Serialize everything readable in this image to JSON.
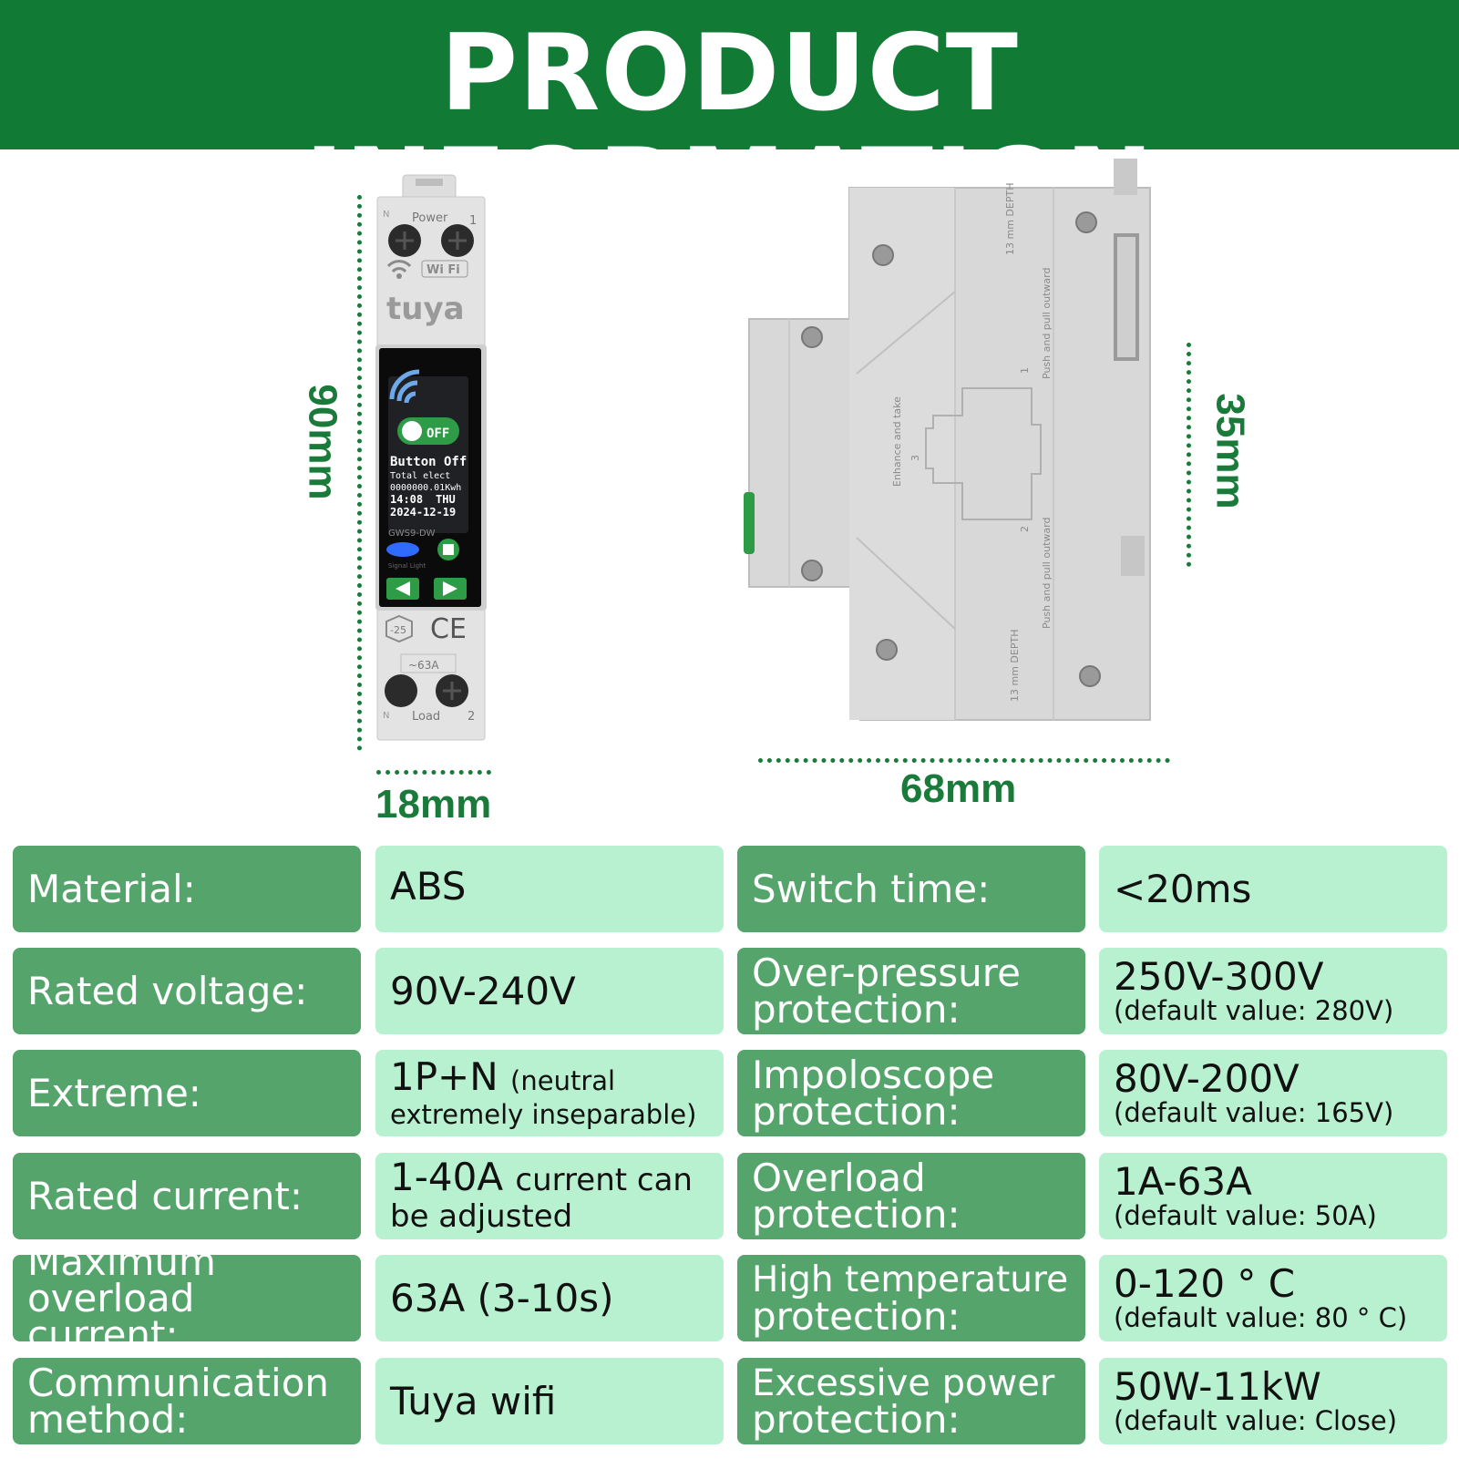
{
  "header": {
    "title": "PRODUCT INFORMATION"
  },
  "device_front": {
    "terminal_top_label": "Power",
    "terminal_top_number": "1",
    "wifi_label": "Wi Fi",
    "brand": "tuya",
    "screen": {
      "toggle_text": "OFF",
      "status": "Button Off",
      "line1": "Total elect",
      "line2": "0000000.01Kwh",
      "time": "14:08",
      "day": "THU",
      "date": "2024-12-19"
    },
    "model": "GWS9-DW",
    "signal_label": "Signal Light",
    "temp_mark": "-25",
    "ce_mark": "CE",
    "rating": "~63A",
    "terminal_bottom_label": "Load",
    "terminal_bottom_number": "2",
    "n_label": "N"
  },
  "device_side": {
    "depth_top": "13 mm DEPTH",
    "depth_bottom": "13 mm DEPTH",
    "note_push_top": "Push and pull outward",
    "note_push_bottom": "Push and pull outward",
    "note_enhance": "Enhance and take",
    "arrow_1": "1",
    "arrow_2": "2",
    "arrow_3": "3"
  },
  "dimensions": {
    "height": "90mm",
    "width": "18mm",
    "length": "68mm",
    "depth": "35mm"
  },
  "specs_left": [
    {
      "label": "Material:",
      "value": "ABS"
    },
    {
      "label": "Rated voltage:",
      "value": "90V-240V"
    },
    {
      "label": "Extreme:",
      "value": "1P+N",
      "value_small": "(neutral",
      "value_line2": "extremely inseparable)"
    },
    {
      "label": "Rated current:",
      "value": "1-40A",
      "value_small": "current can",
      "value_line2": "be adjusted"
    },
    {
      "label_line1": "Maximum",
      "label_line2": "overload current:",
      "value": "63A (3-10s)"
    },
    {
      "label_line1": "Communication",
      "label_line2": "method:",
      "value": "Tuya wifi"
    }
  ],
  "specs_right": [
    {
      "label": "Switch time:",
      "value": "<20ms"
    },
    {
      "label_line1": "Over-pressure",
      "label_line2": "protection:",
      "value": "250V-300V",
      "sub": "(default value: 280V)"
    },
    {
      "label_line1": "Impoloscope",
      "label_line2": "protection:",
      "value": "80V-200V",
      "sub": "(default value: 165V)"
    },
    {
      "label_line1": "Overload",
      "label_line2": "protection:",
      "value": "1A-63A",
      "sub": "(default value: 50A)"
    },
    {
      "label_line1": "High temperature",
      "label_line2": "protection:",
      "value": "0-120 ° C",
      "sub": "(default value: 80 ° C)"
    },
    {
      "label_line1": "Excessive power",
      "label_line2": "protection:",
      "value": "50W-11kW",
      "sub": "(default value: Close)"
    }
  ],
  "colors": {
    "header_green": "#117a35",
    "label_green": "#54a46b",
    "value_mint": "#b8f1cf",
    "dimension_green": "#1a7a3a"
  }
}
